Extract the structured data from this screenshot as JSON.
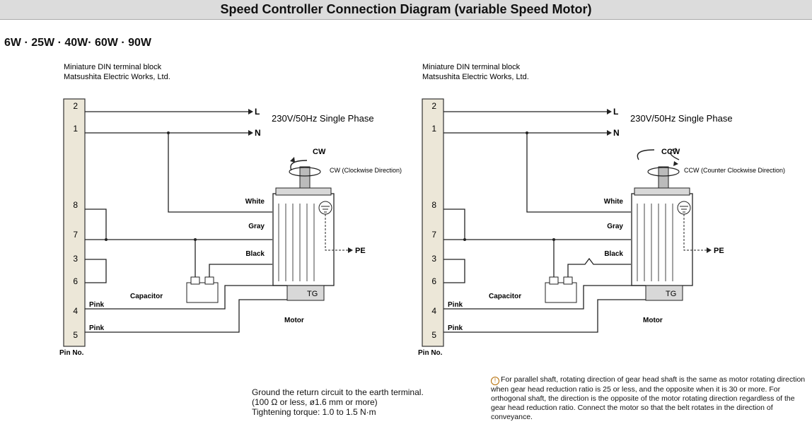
{
  "title": "Speed Controller Connection Diagram (variable Speed Motor)",
  "subtitle": "6W · 25W · 40W· 60W · 90W",
  "diagrams": [
    {
      "terminal_header_1": "Miniature DIN terminal block",
      "terminal_header_2": "Matsushita Electric Works, Ltd.",
      "supply": "230V/50Hz Single Phase",
      "line_L": "L",
      "line_N": "N",
      "pins": [
        "2",
        "1",
        "8",
        "7",
        "3",
        "6",
        "4",
        "5"
      ],
      "direction_code": "CW",
      "direction_text": "CW (Clockwise Direction)",
      "wires": {
        "white": "White",
        "gray": "Gray",
        "black": "Black",
        "pink1": "Pink",
        "pink2": "Pink"
      },
      "capacitor": "Capacitor",
      "tg": "TG",
      "pe": "PE",
      "motor": "Motor",
      "pin_no": "Pin No."
    },
    {
      "terminal_header_1": "Miniature DIN terminal block",
      "terminal_header_2": "Matsushita Electric Works, Ltd.",
      "supply": "230V/50Hz Single Phase",
      "line_L": "L",
      "line_N": "N",
      "pins": [
        "2",
        "1",
        "8",
        "7",
        "3",
        "6",
        "4",
        "5"
      ],
      "direction_code": "CCW",
      "direction_text": "CCW (Counter Clockwise Direction)",
      "wires": {
        "white": "White",
        "gray": "Gray",
        "black": "Black",
        "pink1": "Pink",
        "pink2": "Pink"
      },
      "capacitor": "Capacitor",
      "tg": "TG",
      "pe": "PE",
      "motor": "Motor",
      "pin_no": "Pin No."
    }
  ],
  "ground_note": {
    "line1": "Ground the return circuit to the earth terminal.",
    "line2": "(100 Ω or less, ø1.6 mm or more)",
    "line3": "Tightening torque: 1.0 to 1.5 N·m"
  },
  "footnote": "For parallel shaft, rotating direction of gear head shaft is the same as motor rotating direction when gear head reduction ratio is 25 or less, and the opposite when it is 30 or more. For orthogonal shaft, the direction is the opposite of the motor rotating direction regardless of the gear head reduction ratio. Connect the motor so that the belt rotates in the direction of conveyance."
}
